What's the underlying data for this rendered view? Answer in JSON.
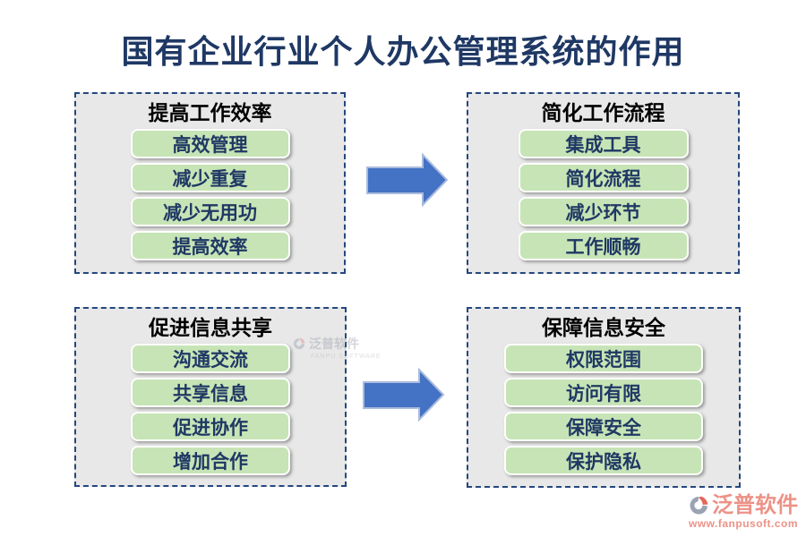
{
  "title": "国有企业行业个人办公管理系统的作用",
  "boxes": [
    {
      "title": "提高工作效率",
      "items": [
        "高效管理",
        "减少重复",
        "减少无用功",
        "提高效率"
      ]
    },
    {
      "title": "简化工作流程",
      "items": [
        "集成工具",
        "简化流程",
        "减少环节",
        "工作顺畅"
      ]
    },
    {
      "title": "促进信息共享",
      "items": [
        "沟通交流",
        "共享信息",
        "促进协作",
        "增加合作"
      ]
    },
    {
      "title": "保障信息安全",
      "items": [
        "权限范围",
        "访问有限",
        "保障安全",
        "保护隐私"
      ]
    }
  ],
  "watermark": {
    "name": "泛普软件",
    "subtitle": "FANPU SOFTWARE"
  },
  "brand": {
    "name": "泛普软件",
    "url": "www.fanpusoft.com"
  },
  "colors": {
    "title_navy": "#1f3864",
    "box_border_navy": "#24477e",
    "box_bg_gray": "#e8e8e8",
    "pill_green": "#c7e4b6",
    "pill_text_navy": "#1f3864",
    "arrow_blue": "#4472c4",
    "arrow_edge": "#a9bbdd",
    "brand_salmon": "#ec9287"
  }
}
